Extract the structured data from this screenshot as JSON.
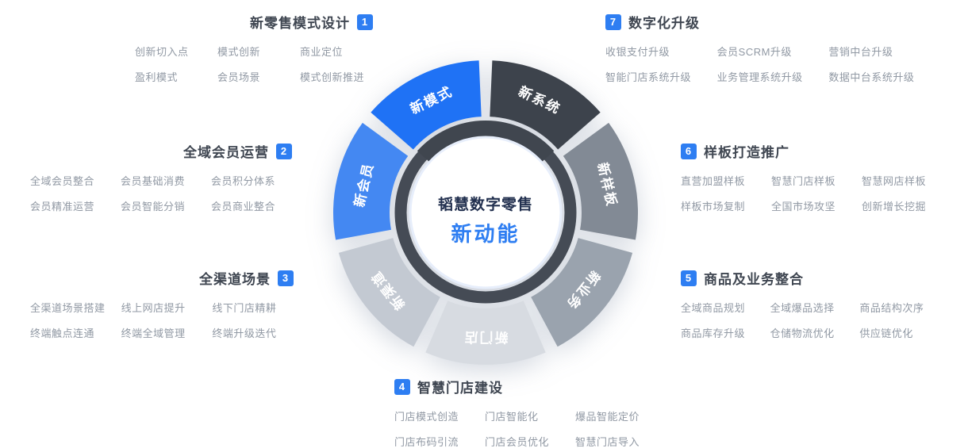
{
  "colors": {
    "accent": "#2e7ef2",
    "heading": "#3f4651",
    "muted": "#9199a4",
    "ring": "#454b55",
    "center-text": "#22304f"
  },
  "center": {
    "title": "韬慧数字零售",
    "subtitle": "新动能"
  },
  "wheel": {
    "segments": [
      {
        "label": "新模式",
        "color": "#1f72f5"
      },
      {
        "label": "新系统",
        "color": "#3d434c"
      },
      {
        "label": "新样板",
        "color": "#828a95"
      },
      {
        "label": "新业务",
        "color": "#9aa3ae"
      },
      {
        "label": "新门店",
        "color": "#d7dbe1"
      },
      {
        "label": "新渠道",
        "color": "#c3c9d2"
      },
      {
        "label": "新会员",
        "color": "#4488f2"
      }
    ]
  },
  "sections": [
    {
      "badge": "1",
      "title": "新零售模式设计",
      "items": [
        "创新切入点",
        "模式创新",
        "商业定位",
        "盈利模式",
        "会员场景",
        "模式创新推进"
      ]
    },
    {
      "badge": "2",
      "title": "全域会员运营",
      "items": [
        "全域会员整合",
        "会员基础消费",
        "会员积分体系",
        "会员精准运营",
        "会员智能分销",
        "会员商业整合"
      ]
    },
    {
      "badge": "3",
      "title": "全渠道场景",
      "items": [
        "全渠道场景搭建",
        "线上网店提升",
        "线下门店精耕",
        "终端触点连通",
        "终端全域管理",
        "终端升级迭代"
      ]
    },
    {
      "badge": "4",
      "title": "智慧门店建设",
      "items": [
        "门店模式创造",
        "门店智能化",
        "爆品智能定价",
        "门店布码引流",
        "门店会员优化",
        "智慧门店导入"
      ]
    },
    {
      "badge": "5",
      "title": "商品及业务整合",
      "items": [
        "全域商品规划",
        "全域爆品选择",
        "商品结构次序",
        "商品库存升级",
        "仓储物流优化",
        "供应链优化"
      ]
    },
    {
      "badge": "6",
      "title": "样板打造推广",
      "items": [
        "直营加盟样板",
        "智慧门店样板",
        "智慧网店样板",
        "样板市场复制",
        "全国市场攻坚",
        "创新增长挖掘"
      ]
    },
    {
      "badge": "7",
      "title": "数字化升级",
      "items": [
        "收银支付升级",
        "会员SCRM升级",
        "营销中台升级",
        "智能门店系统升级",
        "业务管理系统升级",
        "数据中台系统升级"
      ]
    }
  ]
}
